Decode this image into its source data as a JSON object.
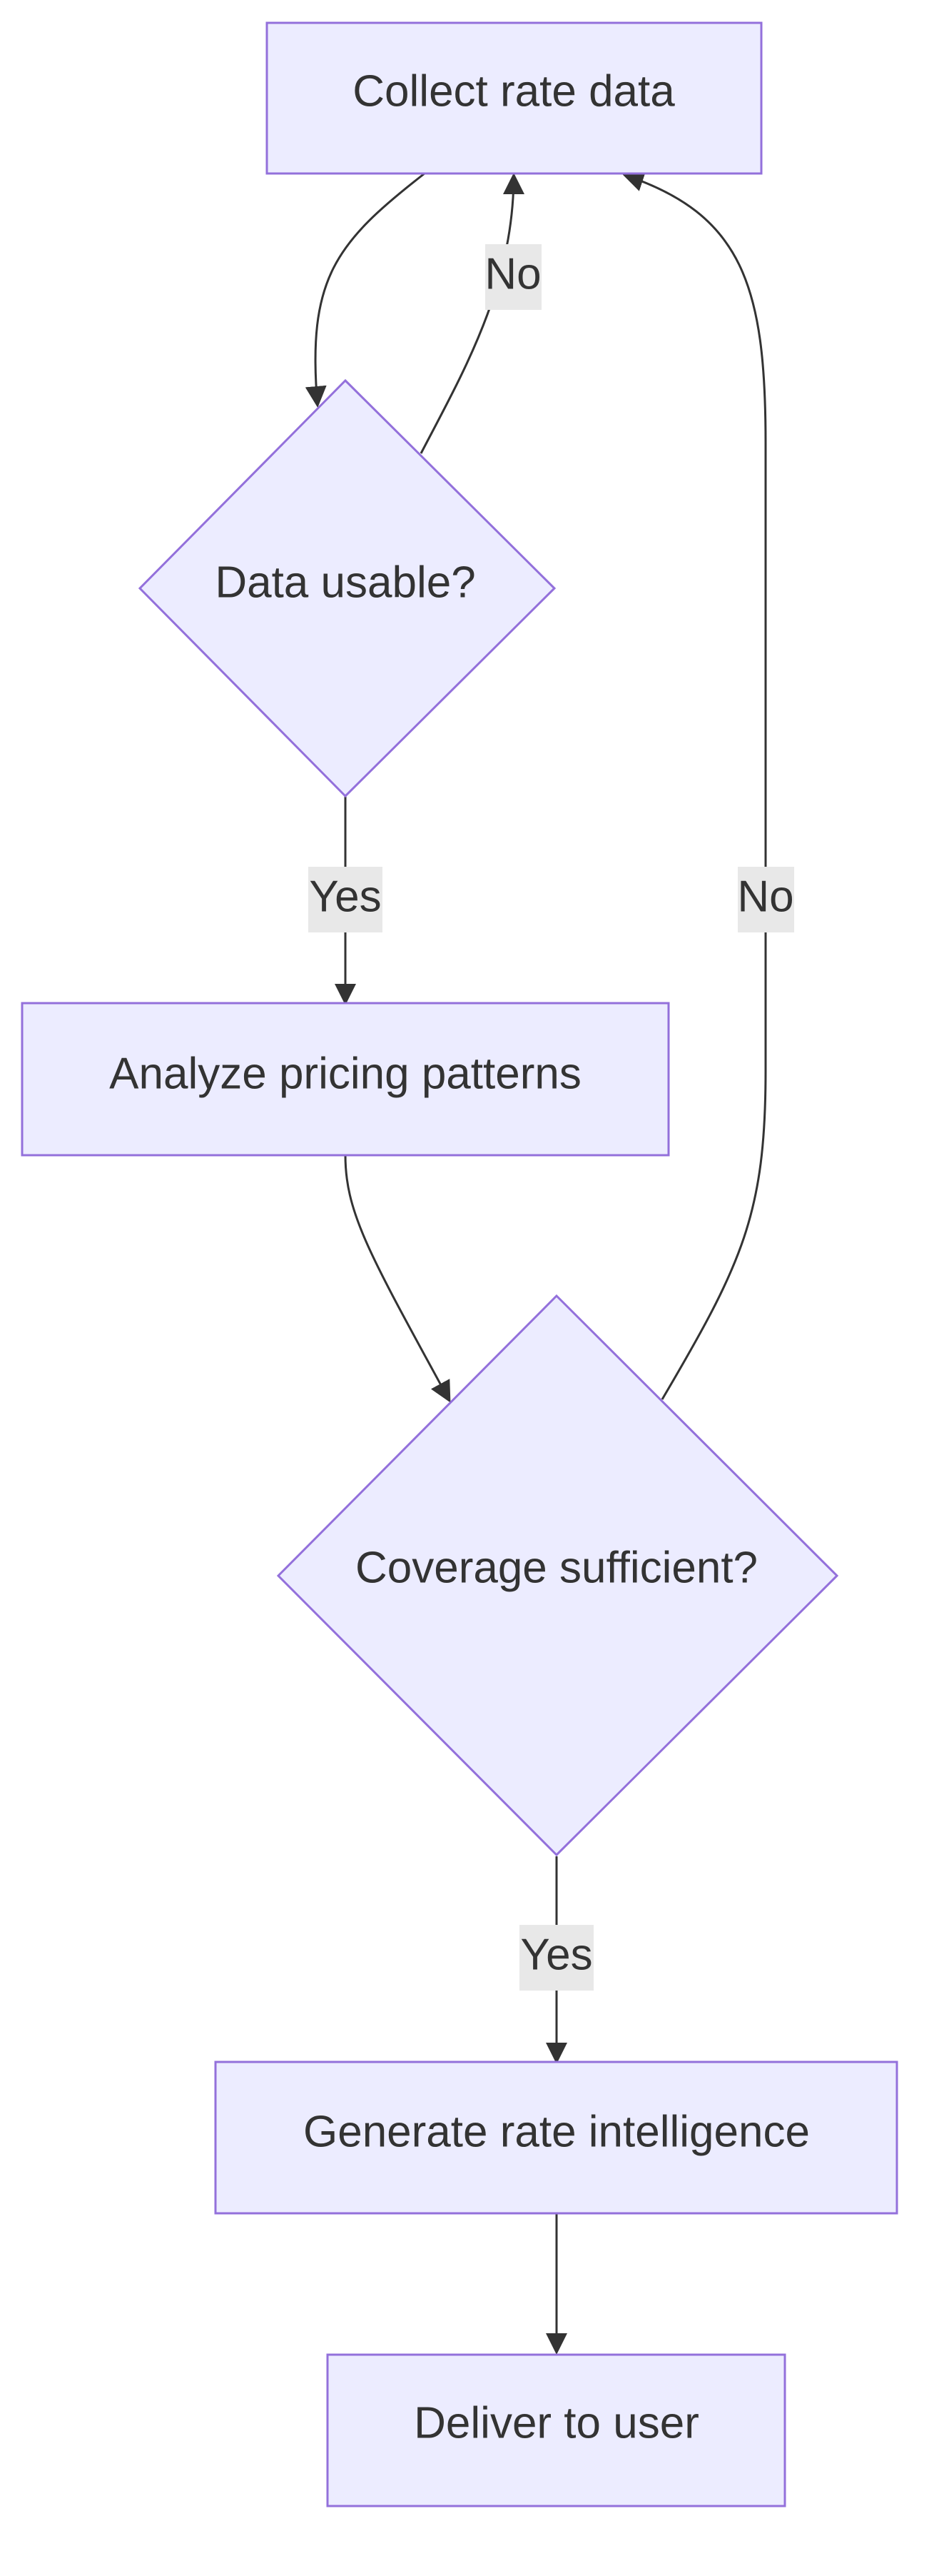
{
  "nodes": {
    "collect": "Collect rate data",
    "usable": "Data usable?",
    "analyze": "Analyze pricing patterns",
    "coverage": "Coverage sufficient?",
    "generate": "Generate rate intelligence",
    "deliver": "Deliver to user"
  },
  "edges": {
    "usable_no": "No",
    "usable_yes": "Yes",
    "coverage_no": "No",
    "coverage_yes": "Yes"
  },
  "colors": {
    "node_fill": "#ECECFF",
    "node_stroke": "#9370DB",
    "edge": "#333333",
    "edge_label_bg": "#E8E8E8"
  }
}
